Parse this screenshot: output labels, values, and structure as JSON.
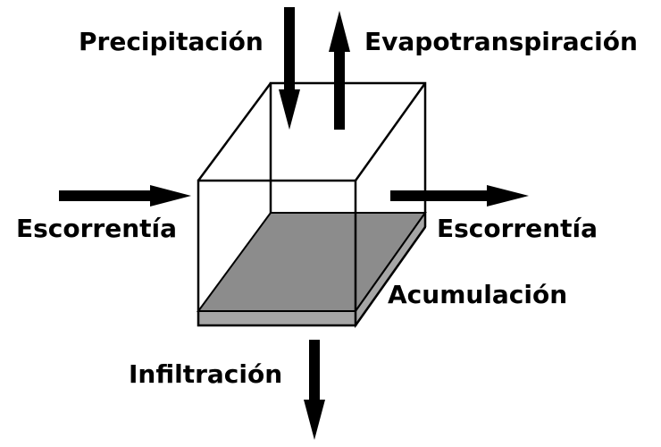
{
  "labels": {
    "precipitation": "Precipitación",
    "evapotranspiration": "Evapotranspiración",
    "runoff_in": "Escorrentía",
    "runoff_out": "Escorrentía",
    "accumulation": "Acumulación",
    "infiltration": "Infiltración"
  },
  "colors": {
    "stroke": "#000000",
    "water_top": "#8c8c8c",
    "water_side": "#a6a6a6",
    "background": "#ffffff"
  }
}
